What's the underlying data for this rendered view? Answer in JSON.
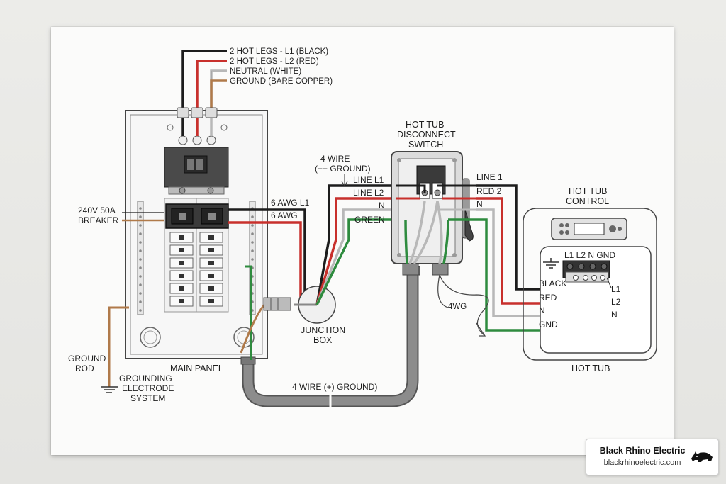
{
  "service_drop": {
    "black": "2 HOT LEGS - L1 (BLACK)",
    "red": "2 HOT LEGS - L2 (RED)",
    "white": "NEUTRAL (WHITE)",
    "ground": "GROUND (BARE COPPER)"
  },
  "main_panel": {
    "title": "MAIN PANEL",
    "breaker_line1": "240V  50A",
    "breaker_line2": "BREAKER",
    "awg_l1": "6 AWG L1",
    "awg": "6 AWG"
  },
  "grounding": {
    "rod_line1": "GROUND",
    "rod_line2": "ROD",
    "system_line1": "GROUNDING",
    "system_line2": "ELECTRODE",
    "system_line3": "SYSTEM"
  },
  "junction": {
    "wire_line1": "4 WIRE",
    "wire_line2": "(++ GROUND)",
    "box_line1": "JUNCTION",
    "box_line2": "BOX"
  },
  "disconnect": {
    "title_line1": "HOT TUB",
    "title_line2": "DISCONNECT",
    "title_line3": "SWITCH",
    "line_l1": "LINE L1",
    "line_l2": "LINE L2",
    "n": "N",
    "green": "GREEN",
    "line1": "LINE 1",
    "red2": "RED 2",
    "n_out": "N"
  },
  "conduit": {
    "label": "4 WIRE (+) GROUND)",
    "flex_label": "4WG"
  },
  "hot_tub": {
    "control_line1": "HOT TUB",
    "control_line2": "CONTROL",
    "terminal_header": "L1 L2 N GND",
    "black": "BLACK",
    "red": "RED",
    "n": "N",
    "gnd": "GND",
    "side_l1": "L1",
    "side_l2": "L2",
    "side_n": "N",
    "title": "HOT TUB"
  },
  "brand": {
    "name": "Black Rhino Electric",
    "url": "blackrhinoelectric.com"
  },
  "colors": {
    "hot_black": "#1c1c1c",
    "hot_red": "#c8302c",
    "neutral_white": "#b8b8b8",
    "ground_green": "#2e8b3e",
    "bare_copper": "#b07a4a",
    "conduit": "#8c8c8c"
  }
}
